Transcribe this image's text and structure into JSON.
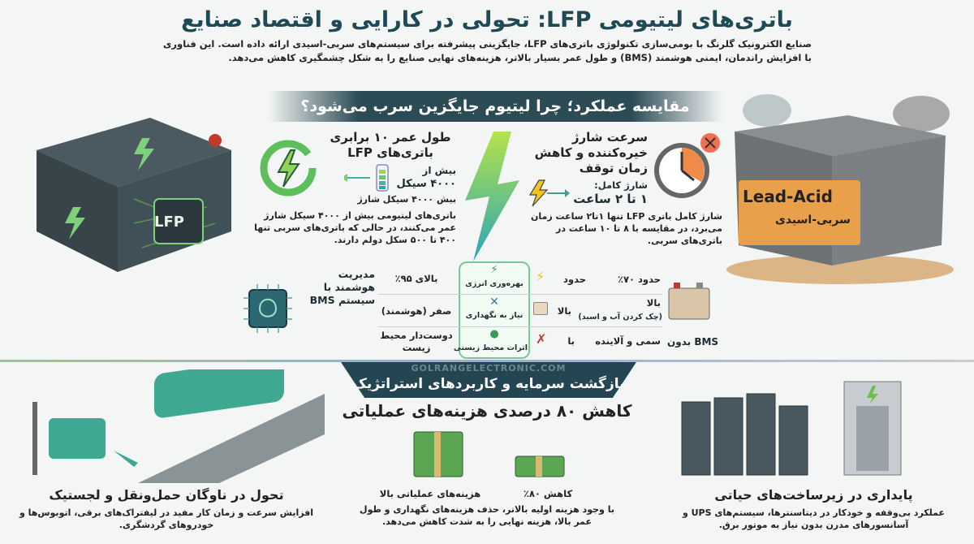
{
  "title": "باتری‌های لیتیومی LFP: تحولی در کارایی و اقتصاد صنایع",
  "intro": "صنایع الکترونیک گلرنگ با بومی‌سازی تکنولوژی باتری‌های LFP، جایگزینی پیشرفته برای سیستم‌های سربی-اسیدی ارائه داده است. این فناوری با افزایش راندمان، ایمنی هوشمند (BMS) و طول عمر بسیار بالاتر، هزینه‌های نهایی صنایع را به شکل چشمگیری کاهش می‌دهد.",
  "comparison_banner": "مقایسه عملکرد؛ چرا لیتیوم جایگزین سرب می‌شود؟",
  "lfp_battery_label": "LFP",
  "lead_battery_label": "Lead-Acid",
  "lead_battery_sub": "سربی-اسیدی",
  "life_card": {
    "title": "طول عمر ۱۰ برابری باتری‌های LFP",
    "cycles_line1": "بیش از",
    "cycles_line2": "۴۰۰۰ سیکل",
    "cycles_caption": "بیش ۴۰۰۰ سیکل شارژ",
    "body": "باتری‌های لیتیومی بیش از ۴۰۰۰ سیکل شارژ عمر می‌کنند، در حالی که باتری‌های سربی تنها ۴۰۰ تا ۵۰۰ سکل دولم دارند."
  },
  "charge_card": {
    "title": "سرعت شارژ خیره‌کننده و کاهش زمان توقف",
    "full_label": "شارژ کامل:",
    "full_value": "۱ تا ۲ ساعت",
    "body": "شارژ کامل باتری LFP تنها ۱تا۲ ساعت زمان می‌برد، در مقایسه با ۸ تا ۱۰ ساعت در باتری‌های سربی."
  },
  "bms": {
    "label": "مدیریت هوشمند با سیستم BMS",
    "lead_label": "بدون BMS"
  },
  "table": {
    "rows": [
      {
        "criterion": "بهره‌وری انرژی",
        "lfp": "بالای ۹۵٪",
        "lead_mid": "حدود",
        "lead": "حدود ۷۰٪",
        "icon": "bolt-icon"
      },
      {
        "criterion": "نیاز به نگهداری",
        "lfp": "صفر (هوشمند)",
        "lead_mid": "بالا",
        "lead": "بالا",
        "lead_sub": "(چک کردن آب و اسید)",
        "icon": "tools-icon"
      },
      {
        "criterion": "اثرات محیط زیستی",
        "lfp": "دوست‌دار محیط زیست",
        "lead_mid": "با",
        "lead": "سمی و آلاینده",
        "icon": "globe-icon"
      }
    ]
  },
  "roi_banner": "بازگشت سرمایه و کاربردهای استراتژیک",
  "watermark": "GOLRANGELECTRONIC.COM",
  "savings": {
    "title": "کاهش ۸۰ درصدی هزینه‌های عملیاتی",
    "high_label": "هزینه‌های عملیاتی بالا",
    "low_label": "کاهش ۸۰٪",
    "body": "با وجود هزینه اولیه بالاتر، حذف هزینه‌های نگهداری و طول عمر بالا، هزینه نهایی را به شدت کاهش می‌دهد."
  },
  "fleet": {
    "title": "تحول در ناوگان حمل‌ونقل و لجستیک",
    "body": "افزایش سرعت و زمان کار مفید در لیفتراک‌های برقی، اتوبوس‌ها و خودروهای گردشگری."
  },
  "infra": {
    "title": "پایداری در زیرساخت‌های حیاتی",
    "body": "عملکرد بی‌وقفه و خودکار در دیتاسنترها، سیستم‌های UPS و آسانسورهای مدرن بدون نیاز به موتور برق."
  },
  "colors": {
    "title": "#1f4a55",
    "accent_green": "#6cc04a",
    "banner": "#2c4b55",
    "lead_orange": "#e07a2e"
  }
}
